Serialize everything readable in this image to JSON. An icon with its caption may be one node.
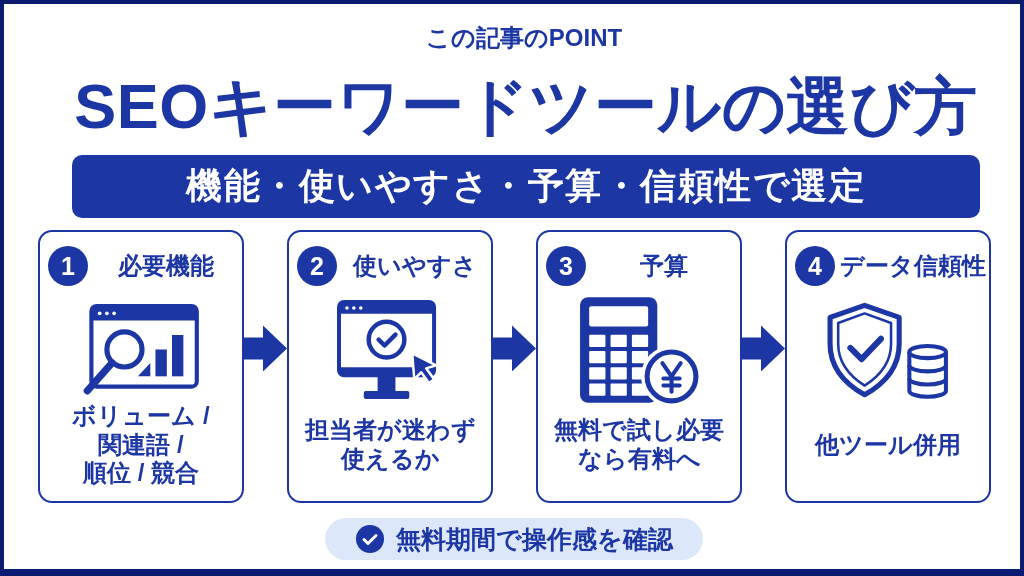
{
  "diagram": {
    "title": "SEOキーワードツールの選び方",
    "nodes": [
      {
        "text": [
          "機能・使いやすさ・予算・信頼性で選定"
        ]
      },
      {
        "text": [
          "1",
          "必要機能",
          "ボリューム / 関連語 / 順位 / 競合"
        ]
      },
      {
        "text": [
          "2",
          "使いやすさ",
          "担当者が迷わず使えるか"
        ]
      },
      {
        "text": [
          "3",
          "予算",
          "無料で試し必要なら有料へ"
        ]
      },
      {
        "text": [
          "4",
          "データ信頼性",
          "他ツール併用"
        ]
      },
      {
        "text": [
          "無料期間で操作感を確認"
        ]
      }
    ],
    "edges": [
      {
        "from": 1,
        "to": 2,
        "arrow": "to"
      },
      {
        "from": 2,
        "to": 3,
        "arrow": "to"
      },
      {
        "from": 3,
        "to": 4,
        "arrow": "to"
      }
    ],
    "labels": [
      "この記事のPOINT"
    ]
  }
}
